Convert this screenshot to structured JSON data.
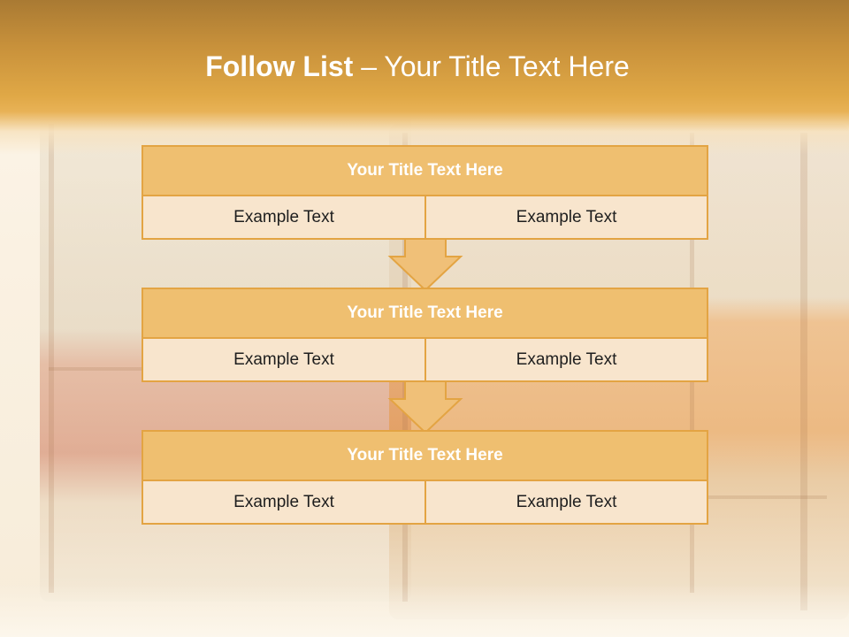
{
  "slide": {
    "title_bold": "Follow List",
    "title_rest": " – Your Title Text Here"
  },
  "list": {
    "items": [
      {
        "title": "Your Title Text Here",
        "left": "Example Text",
        "right": "Example Text"
      },
      {
        "title": "Your Title Text Here",
        "left": "Example Text",
        "right": "Example Text"
      },
      {
        "title": "Your Title Text Here",
        "left": "Example Text",
        "right": "Example Text"
      }
    ]
  },
  "colors": {
    "header_band": "#e0a846",
    "box_title_fill": "#efbf70",
    "box_border": "#e3a443",
    "box_cell_fill": "#f8e5cd",
    "arrow_fill": "#f0c078"
  },
  "icons": {
    "connector": "arrow-down-icon"
  }
}
